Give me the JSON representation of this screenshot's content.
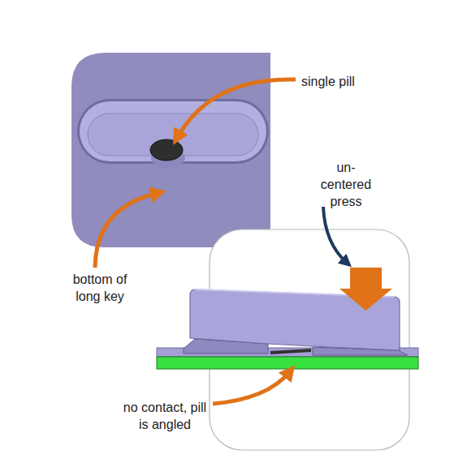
{
  "diagram": {
    "labels": [
      "single pill",
      "un- centered press",
      "bottom of long key",
      "no contact, pill is angled"
    ]
  }
}
